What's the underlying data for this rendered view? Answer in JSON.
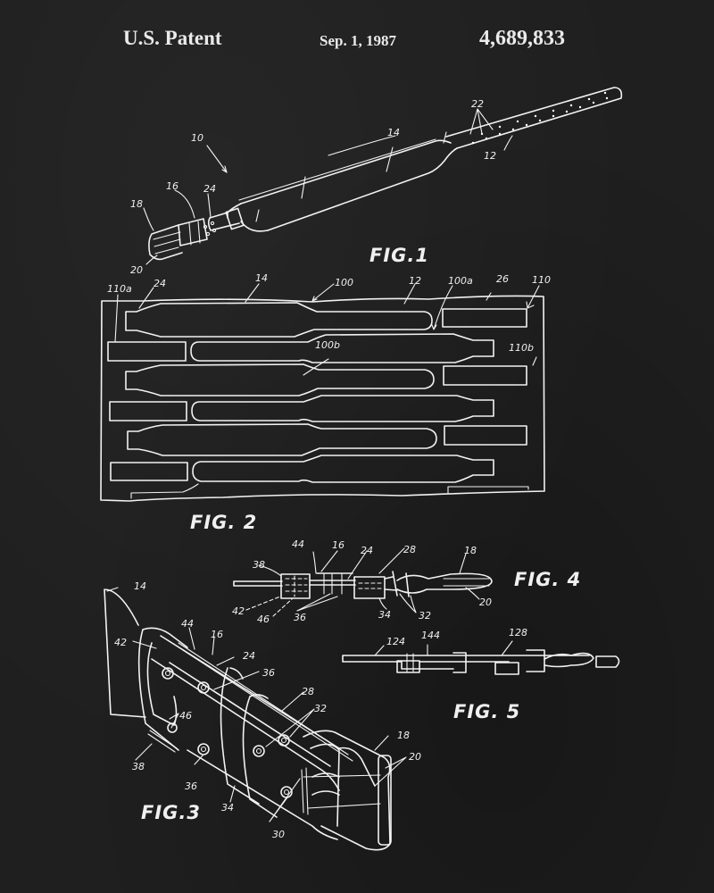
{
  "header": {
    "title": "U.S. Patent",
    "date": "Sep. 1, 1987",
    "patent_number": "4,689,833"
  },
  "colors": {
    "background": "#1f1f1f",
    "ink": "#f0f0f0"
  },
  "fig1": {
    "caption": "FIG.1",
    "labels": {
      "l10": "10",
      "l14": "14",
      "l22": "22",
      "l12": "12",
      "l16": "16",
      "l24": "24",
      "l18": "18",
      "l20": "20"
    }
  },
  "fig2": {
    "caption": "FIG. 2",
    "labels": {
      "l110a": "110a",
      "l24": "24",
      "l14": "14",
      "l100": "100",
      "l12": "12",
      "l100a": "100a",
      "l26": "26",
      "l110": "110",
      "l100b": "100b",
      "l110b": "110b"
    }
  },
  "fig3": {
    "caption": "FIG.3",
    "labels": {
      "l14": "14",
      "l44": "44",
      "l16": "16",
      "l42": "42",
      "l24": "24",
      "l36a": "36",
      "l28": "28",
      "l32": "32",
      "l46": "46",
      "l18": "18",
      "l20": "20",
      "l38": "38",
      "l36b": "36",
      "l34": "34",
      "l30": "30"
    }
  },
  "fig4": {
    "caption": "FIG. 4",
    "labels": {
      "l44": "44",
      "l16": "16",
      "l24": "24",
      "l28": "28",
      "l38": "38",
      "l18": "18",
      "l42": "42",
      "l46": "46",
      "l36": "36",
      "l34": "34",
      "l32": "32",
      "l20": "20"
    }
  },
  "fig5": {
    "caption": "FIG. 5",
    "labels": {
      "l124": "124",
      "l144": "144",
      "l128": "128"
    }
  }
}
